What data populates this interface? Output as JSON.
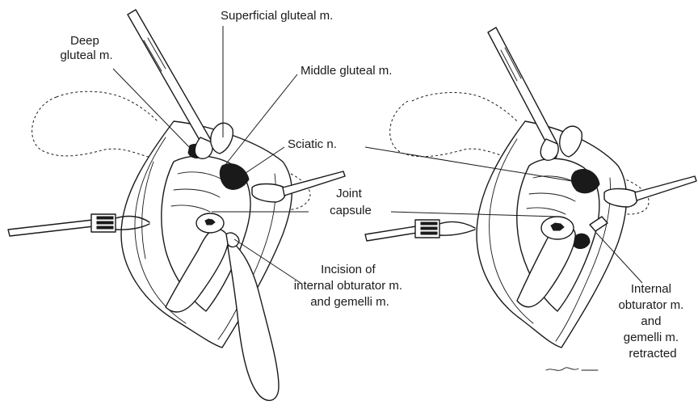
{
  "labels": {
    "superficial_gluteal": "Superficial gluteal m.",
    "deep_gluteal_line1": "Deep",
    "deep_gluteal_line2": "gluteal m.",
    "middle_gluteal": "Middle gluteal m.",
    "sciatic": "Sciatic n.",
    "joint_capsule_line1": "Joint",
    "joint_capsule_line2": "capsule",
    "incision_line1": "Incision of",
    "incision_line2": "internal obturator m.",
    "incision_line3": "and gemelli m.",
    "retracted_line1": "Internal",
    "retracted_line2": "obturator m.",
    "retracted_line3": "and",
    "retracted_line4": "gemelli m.",
    "retracted_line5": "retracted"
  }
}
